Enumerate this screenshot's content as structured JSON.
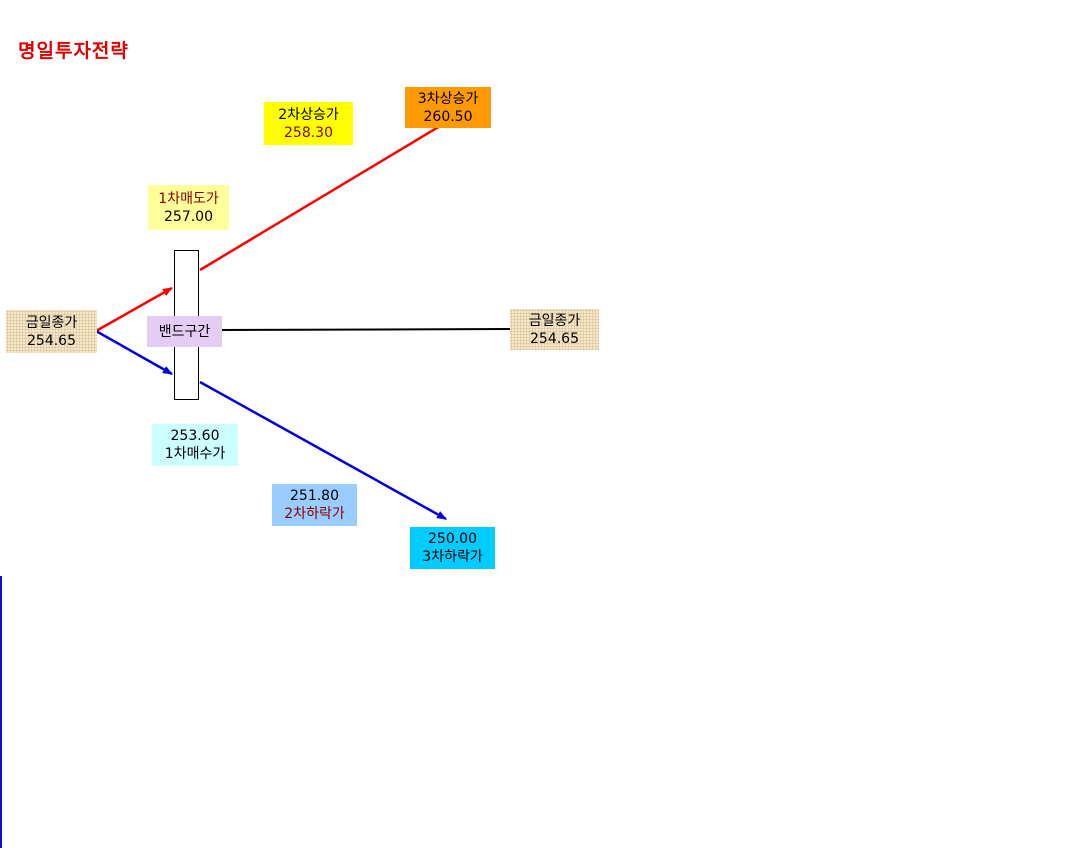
{
  "title": "명일투자전략",
  "colors": {
    "title": "#e00000",
    "up_line": "#ff0000",
    "down_line": "#0000dd",
    "flat_line": "#000000",
    "close_bg": "#f4e6c6",
    "band_bg": "#e4ccf4",
    "sell1_bg": "#ffff99",
    "up2_bg": "#ffff00",
    "up3_bg": "#ff9900",
    "buy1_bg": "#ccffff",
    "down2_bg": "#99ccff",
    "down3_bg": "#00ccff"
  },
  "labels": {
    "close_left": {
      "name": "금일종가",
      "value": "254.65"
    },
    "close_right": {
      "name": "금일종가",
      "value": "254.65"
    },
    "band": {
      "name": "밴드구간"
    },
    "sell1": {
      "name": "1차매도가",
      "value": "257.00"
    },
    "up2": {
      "name": "2차상승가",
      "value": "258.30"
    },
    "up3": {
      "name": "3차상승가",
      "value": "260.50"
    },
    "buy1": {
      "name": "1차매수가",
      "value": "253.60"
    },
    "down2": {
      "name": "2차하락가",
      "value": "251.80"
    },
    "down3": {
      "name": "3차하락가",
      "value": "250.00"
    }
  }
}
